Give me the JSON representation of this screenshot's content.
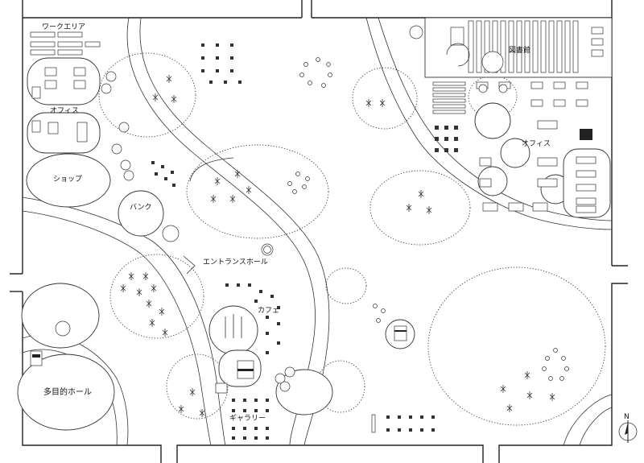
{
  "plan": {
    "labels": {
      "work_area": "ワークエリア",
      "office_left": "オフィス",
      "shop": "ショップ",
      "bank": "バンク",
      "entrance_hall": "エントランスホール",
      "cafe": "カフェ",
      "multipurpose_hall": "多目的ホール",
      "library": "図書館",
      "office_right": "オフィス",
      "gallery": "ギャラリー",
      "north_mark": "N"
    }
  }
}
